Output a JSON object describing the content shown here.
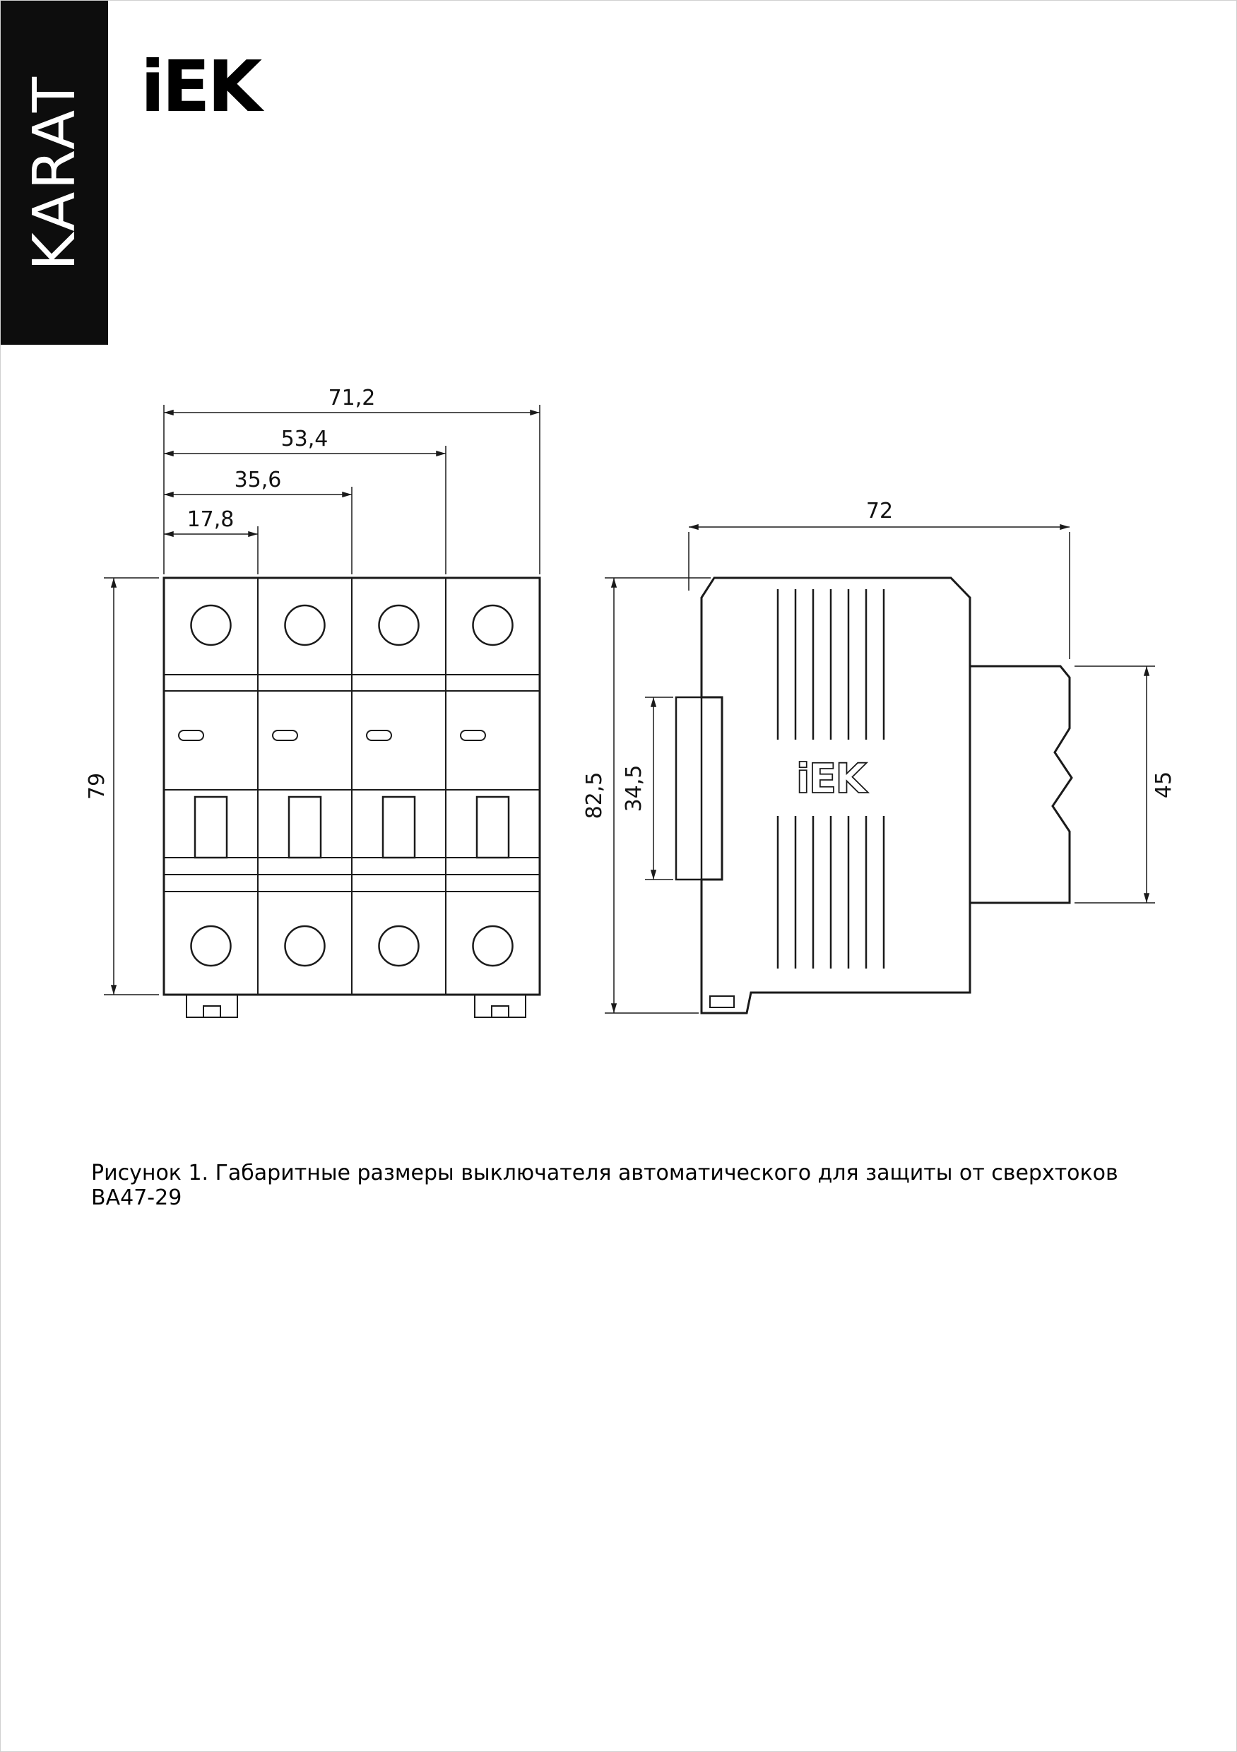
{
  "page": {
    "brand": "KARAT",
    "logo": "iEK",
    "caption": "Рисунок 1. Габаритные размеры выключателя автоматического для защиты от сверхтоков ВА47-29"
  },
  "front_view": {
    "dims": {
      "width_total": "71,2",
      "width_three_modules": "53,4",
      "width_two_modules": "35,6",
      "width_one_module": "17,8",
      "height": "79"
    }
  },
  "side_view": {
    "dims": {
      "depth": "72",
      "height_total": "82,5",
      "din_rail_zone": "34,5",
      "front_face": "45"
    },
    "device_logo": "iEK"
  }
}
